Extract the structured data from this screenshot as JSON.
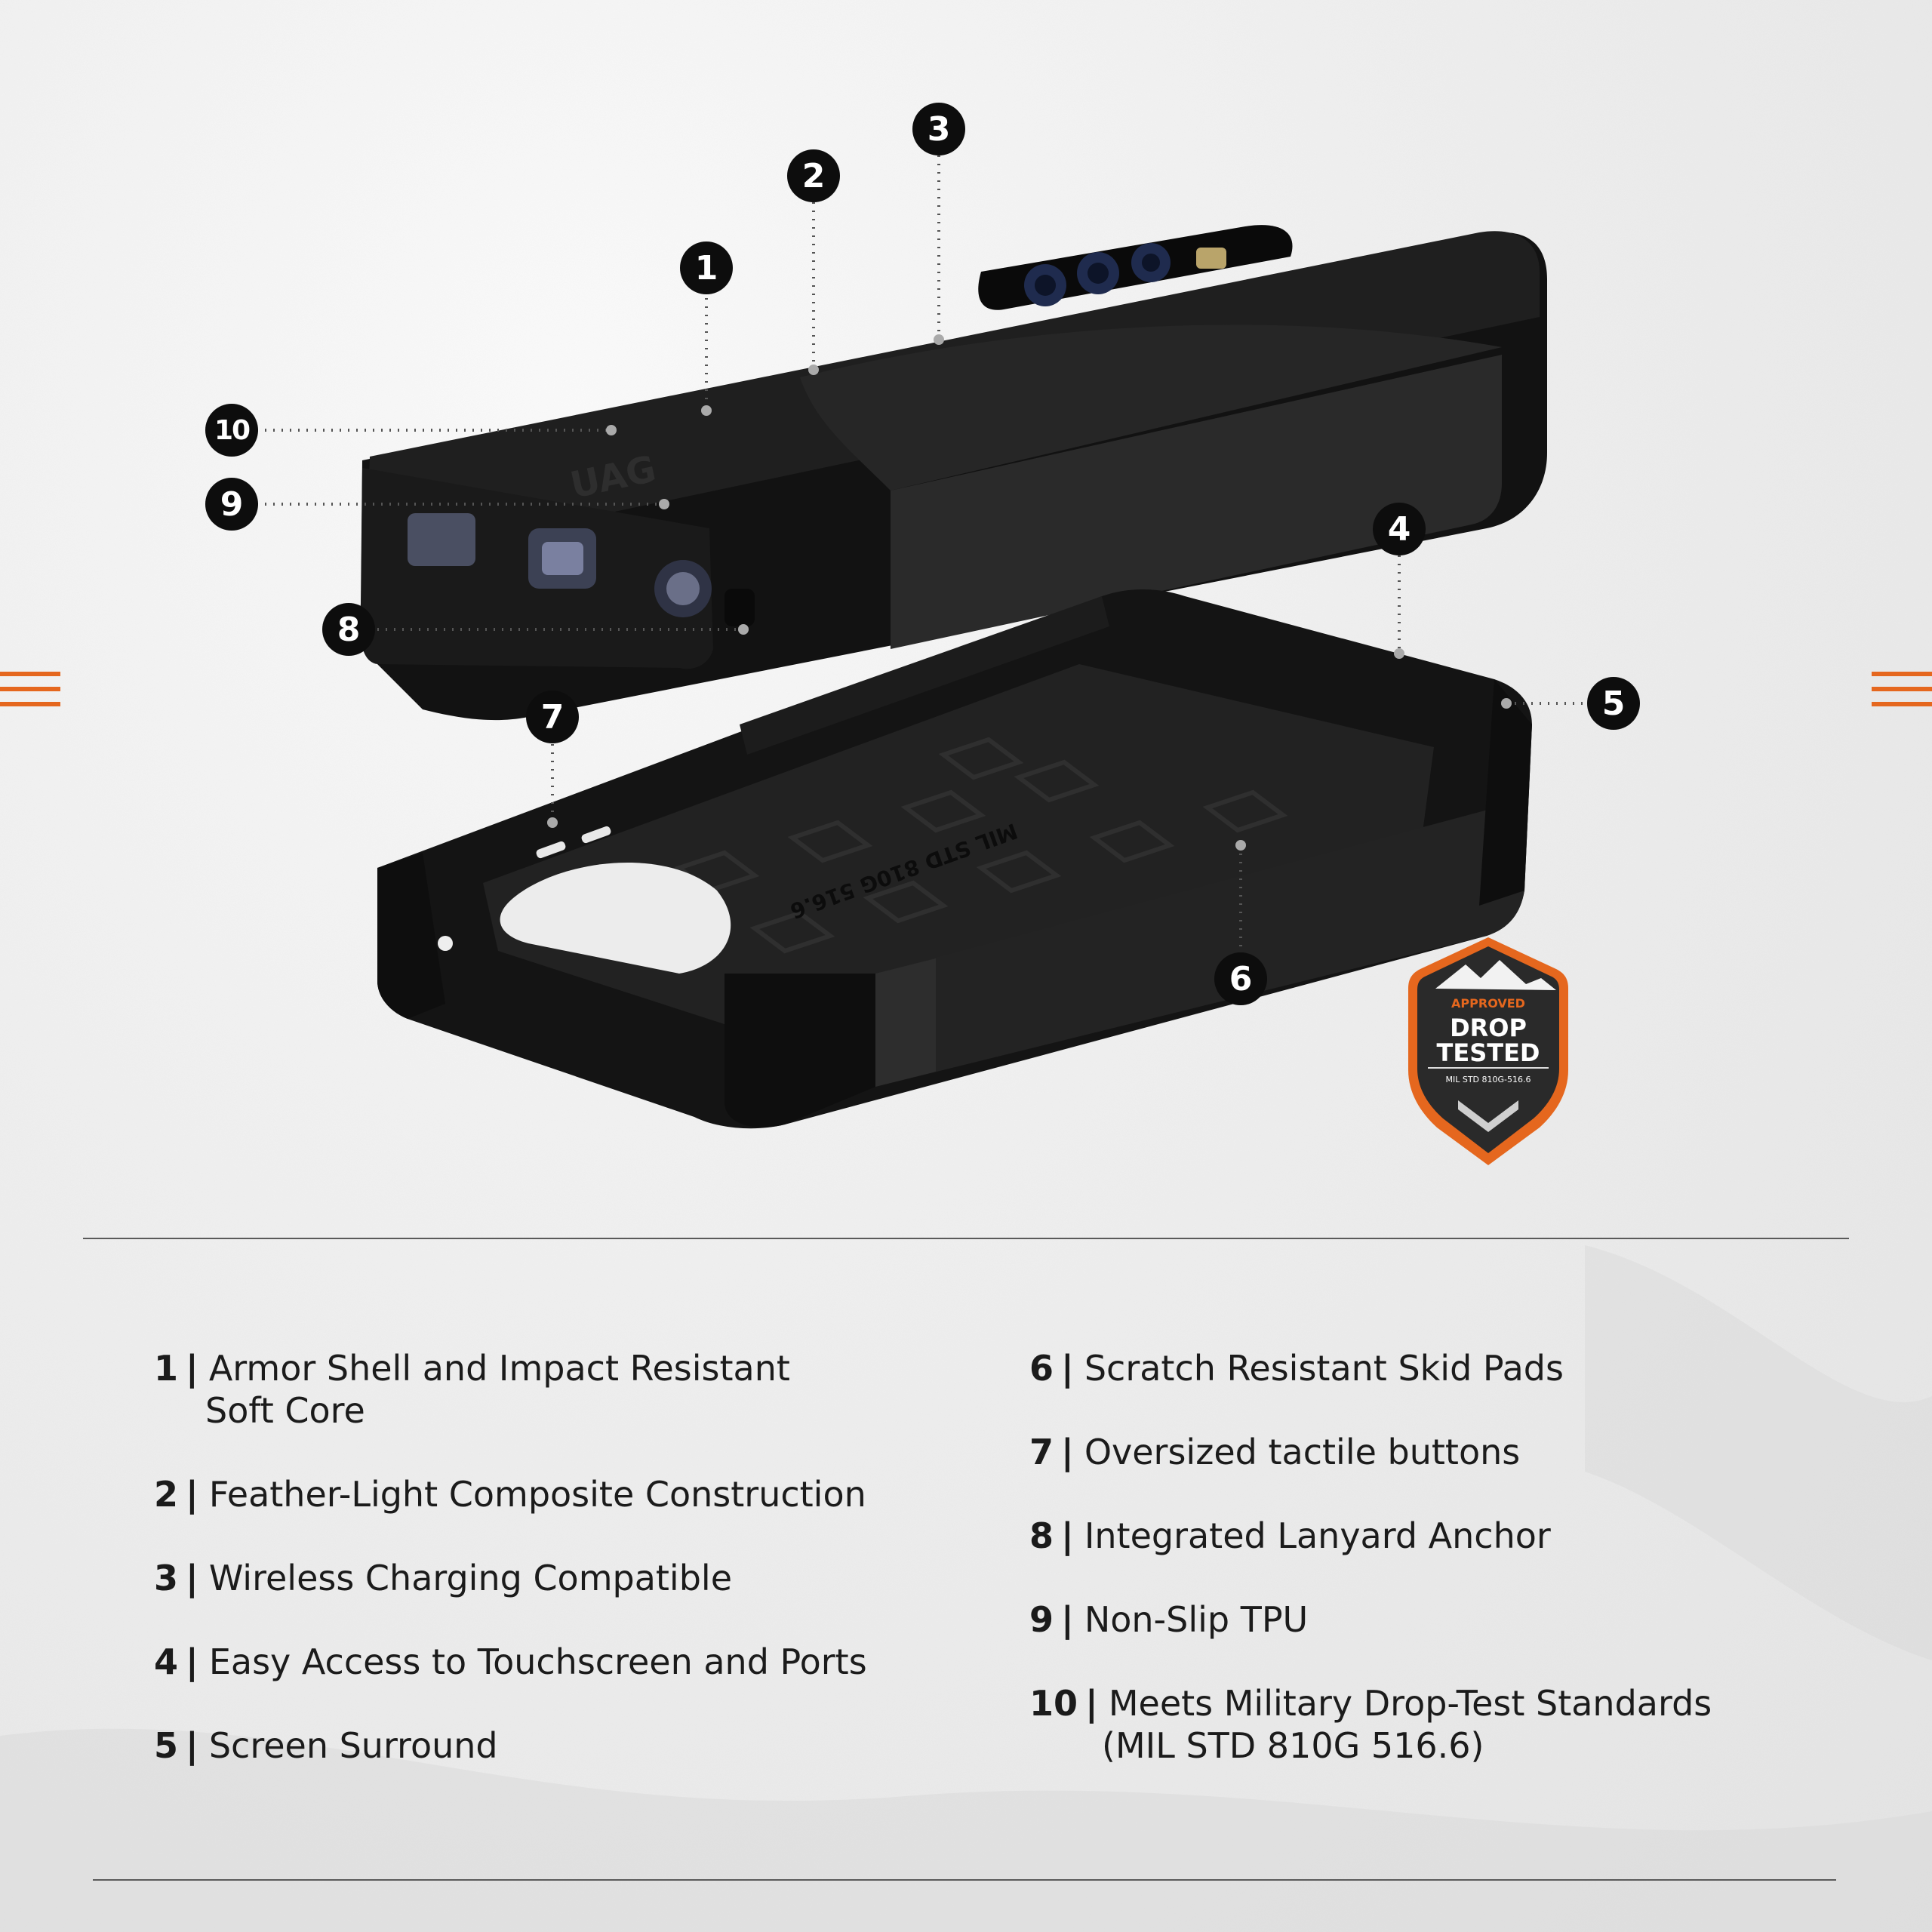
{
  "callouts": [
    "1",
    "2",
    "3",
    "4",
    "5",
    "6",
    "7",
    "8",
    "9",
    "10"
  ],
  "case_print": {
    "logo": "UAG",
    "inner_text": "MIL STD 810G 516.6"
  },
  "badge": {
    "top": "APPROVED",
    "line1": "DROP",
    "line2": "TESTED",
    "bottom": "MIL STD 810G-516.6"
  },
  "features_left": [
    {
      "num": "1",
      "text": "Armor Shell and Impact Resistant",
      "cont": "Soft Core"
    },
    {
      "num": "2",
      "text": "Feather-Light Composite Construction"
    },
    {
      "num": "3",
      "text": "Wireless Charging Compatible"
    },
    {
      "num": "4",
      "text": "Easy Access to Touchscreen and Ports"
    },
    {
      "num": "5",
      "text": "Screen Surround"
    }
  ],
  "features_right": [
    {
      "num": "6",
      "text": "Scratch Resistant Skid Pads"
    },
    {
      "num": "7",
      "text": "Oversized tactile buttons"
    },
    {
      "num": "8",
      "text": "Integrated Lanyard Anchor"
    },
    {
      "num": "9",
      "text": "Non-Slip TPU"
    },
    {
      "num": "10",
      "text": "Meets Military Drop-Test Standards",
      "cont": "(MIL STD 810G 516.6)"
    }
  ],
  "colors": {
    "accent": "#e5671e",
    "case": "#1c1c1c",
    "text": "#1b1b1b"
  }
}
